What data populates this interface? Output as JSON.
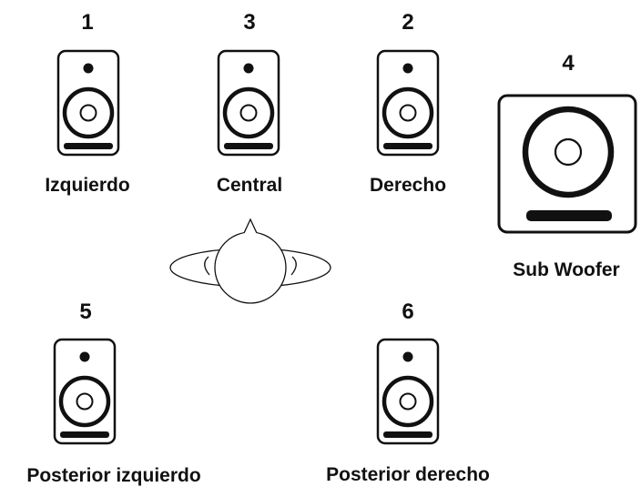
{
  "speakers": [
    {
      "number": "1",
      "label": "Izquierdo"
    },
    {
      "number": "3",
      "label": "Central"
    },
    {
      "number": "2",
      "label": "Derecho"
    },
    {
      "number": "4",
      "label": "Sub Woofer"
    },
    {
      "number": "5",
      "label": "Posterior izquierdo"
    },
    {
      "number": "6",
      "label": "Posterior derecho"
    }
  ],
  "colors": {
    "line": "#111111",
    "background": "#ffffff"
  }
}
